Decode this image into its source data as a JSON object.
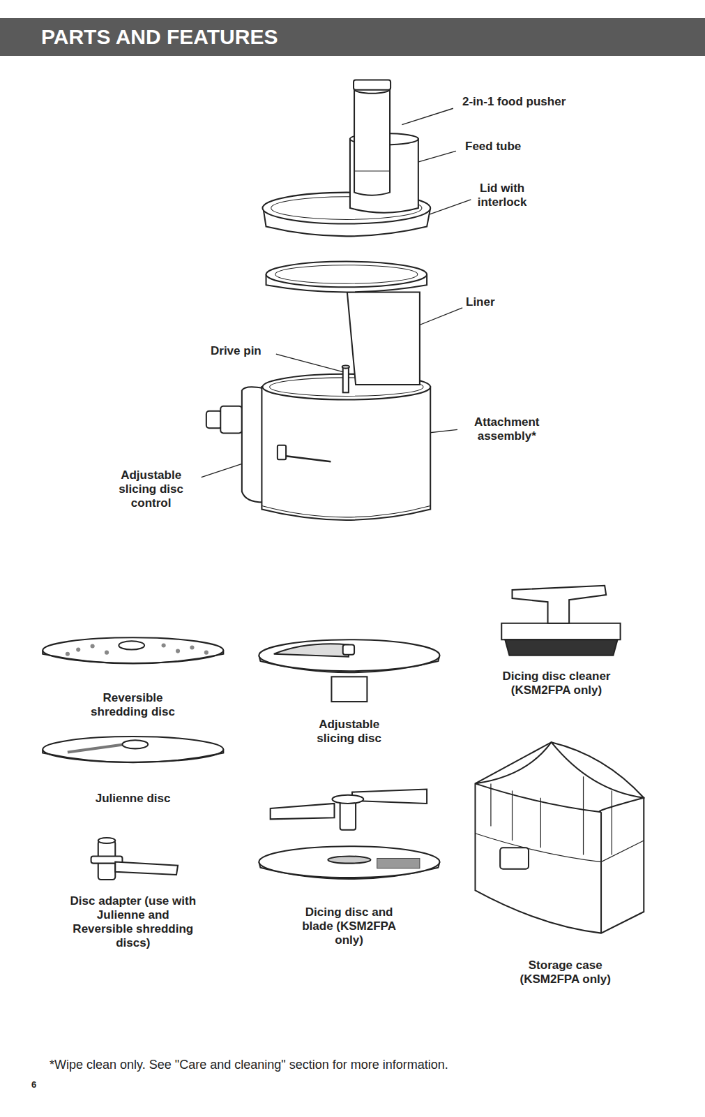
{
  "diagram": {
    "title": "PARTS AND FEATURES",
    "labels": [
      "2-in-1 food pusher",
      "Feed tube",
      "Lid with interlock",
      "Liner",
      "Drive pin",
      "Attachment assembly*",
      "Adjustable slicing disc control",
      "Reversible shredding disc",
      "Julienne disc",
      "Disc adapter (use with Julienne and Reversible shredding discs)",
      "Adjustable slicing disc",
      "Dicing disc and blade (KSM2FPA only)",
      "Dicing disc cleaner (KSM2FPA only)",
      "Storage case (KSM2FPA only)",
      "*Wipe clean only. See \"Care and cleaning\" section for more information.",
      "6"
    ]
  }
}
